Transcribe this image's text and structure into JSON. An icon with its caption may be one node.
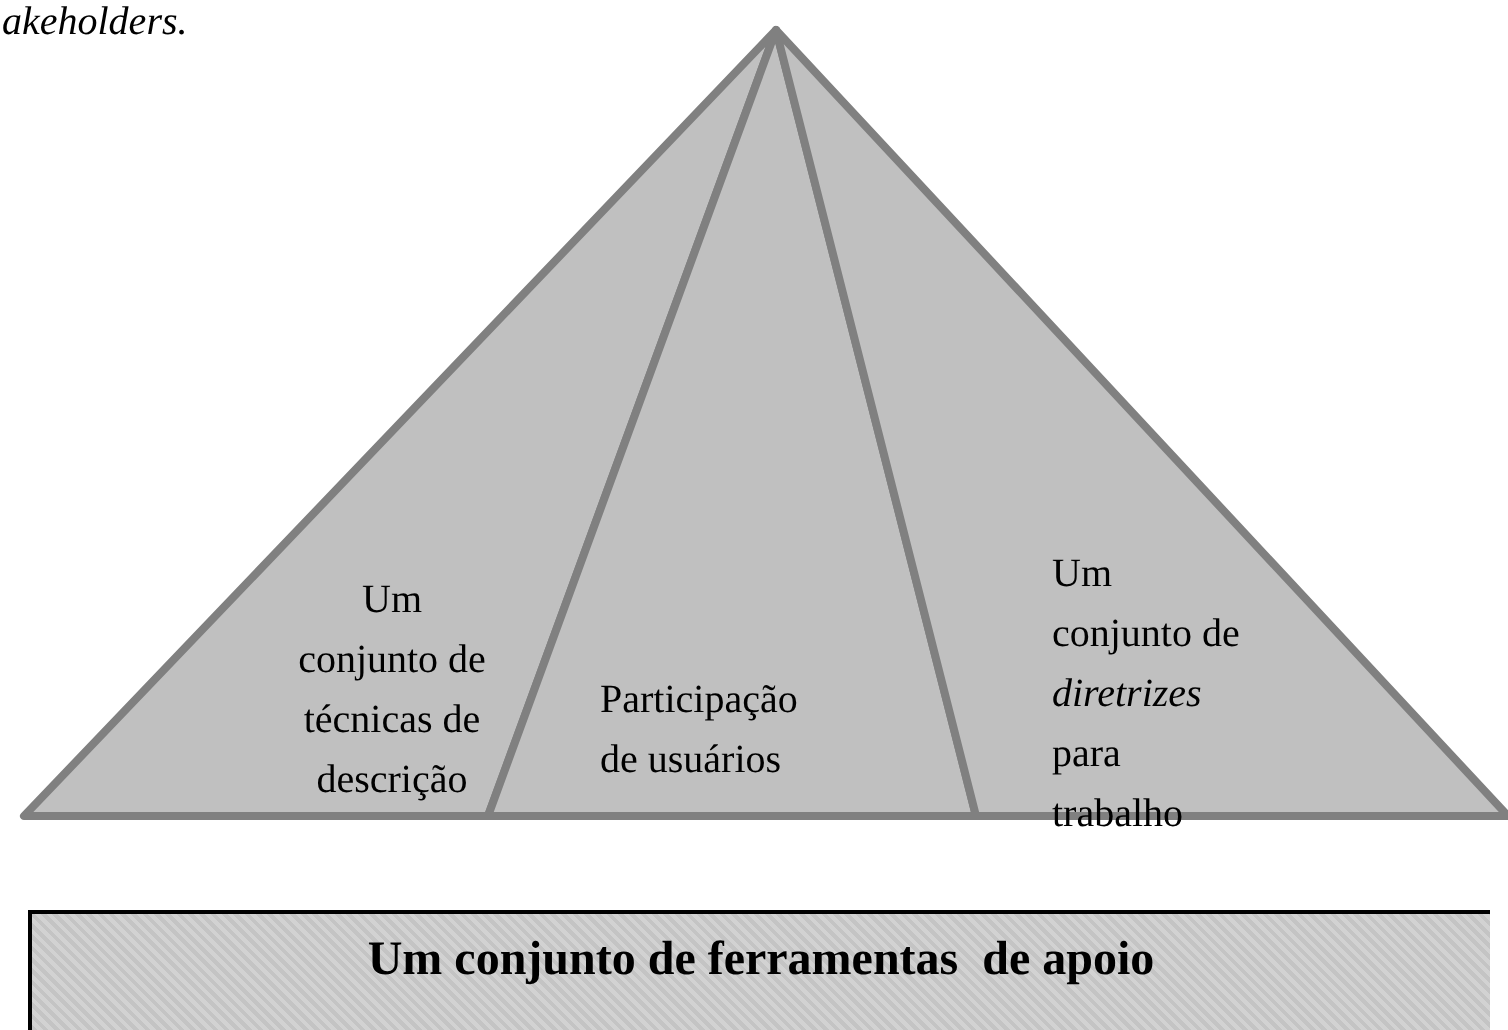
{
  "diagram": {
    "nodes": [
      {
        "text": [
          "Um conjunto de técnicas de descrição"
        ]
      },
      {
        "text": [
          "Participação de usuários"
        ]
      },
      {
        "text": [
          "Um conjunto de *diretrizes* para trabalho"
        ]
      },
      {
        "text": [
          "Um conjunto de ferramentas  de apoio"
        ]
      }
    ],
    "edges": [],
    "labels": [
      "akeholders."
    ]
  }
}
